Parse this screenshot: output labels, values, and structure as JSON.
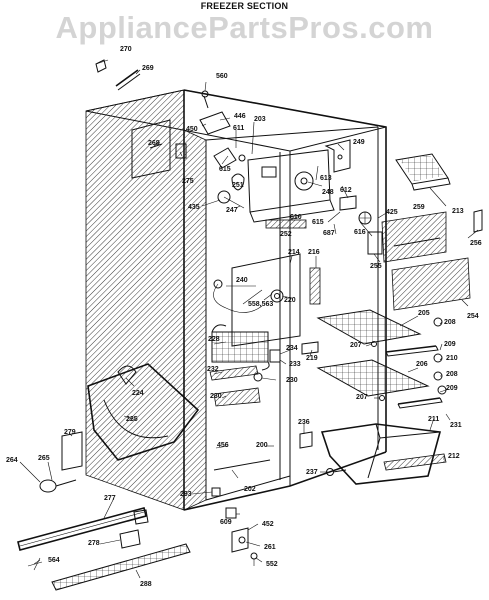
{
  "header": {
    "title": "FREEZER SECTION",
    "watermark": "AppliancePartsPros.com"
  },
  "part_labels": [
    {
      "id": "270",
      "text": "270"
    },
    {
      "id": "269",
      "text": "269"
    },
    {
      "id": "560",
      "text": "560"
    },
    {
      "id": "446",
      "text": "446"
    },
    {
      "id": "450",
      "text": "450"
    },
    {
      "id": "611",
      "text": "611"
    },
    {
      "id": "203",
      "text": "203"
    },
    {
      "id": "268",
      "text": "268"
    },
    {
      "id": "275",
      "text": "275"
    },
    {
      "id": "615a",
      "text": "615"
    },
    {
      "id": "251",
      "text": "251"
    },
    {
      "id": "435",
      "text": "435"
    },
    {
      "id": "247",
      "text": "247"
    },
    {
      "id": "249",
      "text": "249"
    },
    {
      "id": "613",
      "text": "613"
    },
    {
      "id": "248",
      "text": "248"
    },
    {
      "id": "612",
      "text": "612"
    },
    {
      "id": "610",
      "text": "610"
    },
    {
      "id": "615b",
      "text": "615"
    },
    {
      "id": "252",
      "text": "252"
    },
    {
      "id": "687",
      "text": "687"
    },
    {
      "id": "616",
      "text": "616"
    },
    {
      "id": "425",
      "text": "425"
    },
    {
      "id": "259",
      "text": "259"
    },
    {
      "id": "213",
      "text": "213"
    },
    {
      "id": "256",
      "text": "256"
    },
    {
      "id": "214",
      "text": "214"
    },
    {
      "id": "216",
      "text": "216"
    },
    {
      "id": "255",
      "text": "255"
    },
    {
      "id": "240",
      "text": "240"
    },
    {
      "id": "558563",
      "text": "558,563"
    },
    {
      "id": "220",
      "text": "220"
    },
    {
      "id": "254",
      "text": "254"
    },
    {
      "id": "205",
      "text": "205"
    },
    {
      "id": "208a",
      "text": "208"
    },
    {
      "id": "228",
      "text": "228"
    },
    {
      "id": "234",
      "text": "234"
    },
    {
      "id": "207a",
      "text": "207"
    },
    {
      "id": "209a",
      "text": "209"
    },
    {
      "id": "233",
      "text": "233"
    },
    {
      "id": "219",
      "text": "219"
    },
    {
      "id": "210",
      "text": "210"
    },
    {
      "id": "232",
      "text": "232"
    },
    {
      "id": "206",
      "text": "206"
    },
    {
      "id": "208b",
      "text": "208"
    },
    {
      "id": "224",
      "text": "224"
    },
    {
      "id": "230a",
      "text": "230"
    },
    {
      "id": "209b",
      "text": "209"
    },
    {
      "id": "230b",
      "text": "230"
    },
    {
      "id": "207b",
      "text": "207"
    },
    {
      "id": "211",
      "text": "211"
    },
    {
      "id": "231",
      "text": "231"
    },
    {
      "id": "225",
      "text": "225"
    },
    {
      "id": "236",
      "text": "236"
    },
    {
      "id": "279",
      "text": "279"
    },
    {
      "id": "456",
      "text": "456"
    },
    {
      "id": "200",
      "text": "200"
    },
    {
      "id": "212",
      "text": "212"
    },
    {
      "id": "264",
      "text": "264"
    },
    {
      "id": "265",
      "text": "265"
    },
    {
      "id": "237",
      "text": "237"
    },
    {
      "id": "202",
      "text": "202"
    },
    {
      "id": "277",
      "text": "277"
    },
    {
      "id": "293",
      "text": "293"
    },
    {
      "id": "609",
      "text": "609"
    },
    {
      "id": "452",
      "text": "452"
    },
    {
      "id": "278",
      "text": "278"
    },
    {
      "id": "564",
      "text": "564"
    },
    {
      "id": "261",
      "text": "261"
    },
    {
      "id": "552",
      "text": "552"
    },
    {
      "id": "288",
      "text": "288"
    }
  ]
}
